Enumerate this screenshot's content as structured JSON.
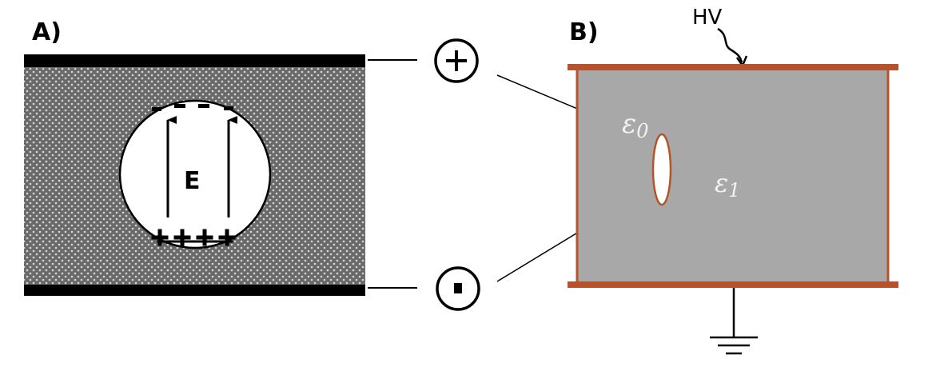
{
  "panel_a": {
    "label": "A)",
    "field_label": "E",
    "top_charges": "- - -",
    "bottom_charges": "+ + + +"
  },
  "panel_b": {
    "label": "B)",
    "hv_label": "HV",
    "eps0_label": "ε0",
    "eps1_label": "ε1"
  },
  "terminals": {
    "positive_symbol": "+",
    "negative_symbol": "-"
  },
  "colors": {
    "electrode": "#b5532e",
    "dielectric_gray": "#a8a8a8",
    "dotted_bg": "#6e6e6e",
    "plate_black": "#000000"
  }
}
